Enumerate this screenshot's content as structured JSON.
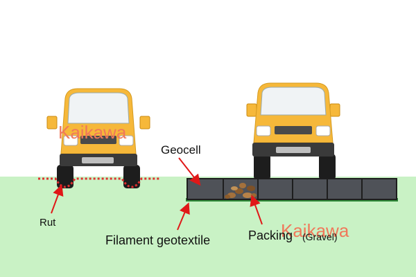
{
  "labels": {
    "geocell": "Geocell",
    "rut": "Rut",
    "filament_geotextile": "Filament geotextile",
    "packing": "Packing",
    "gravel": "(Gravel)"
  },
  "watermarks": [
    "Kaikawa",
    "Kaikawa"
  ],
  "colors": {
    "ground": "#c9f2c5",
    "truck_body": "#f6b83a",
    "geocell": "#4f5258",
    "geotextile": "#2e8b38",
    "rut_line": "#e03030",
    "arrow": "#e01818",
    "watermark": "#f0785a"
  },
  "icons": [
    "truck-left-icon",
    "truck-right-icon",
    "geocell-mattress-icon",
    "gravel-icon"
  ]
}
